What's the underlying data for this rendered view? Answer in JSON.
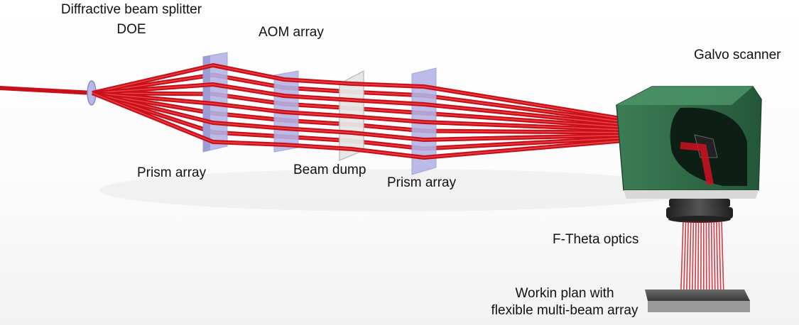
{
  "labels": {
    "doe_line1": "Diffractive beam splitter",
    "doe_line2": "DOE",
    "aom": "AOM array",
    "galvo": "Galvo scanner",
    "prism1": "Prism array",
    "beam_dump": "Beam dump",
    "prism2": "Prism array",
    "ftheta": "F-Theta optics",
    "work_line1": "Workin plan with",
    "work_line2": "flexible multi-beam array"
  },
  "colors": {
    "beam": "#c8101a",
    "beam_highlight": "#ff5a5a",
    "prism": "#b3b3e6",
    "galvo_body": "#2f6b46",
    "lens": "#333333",
    "workpiece": "#555555"
  }
}
